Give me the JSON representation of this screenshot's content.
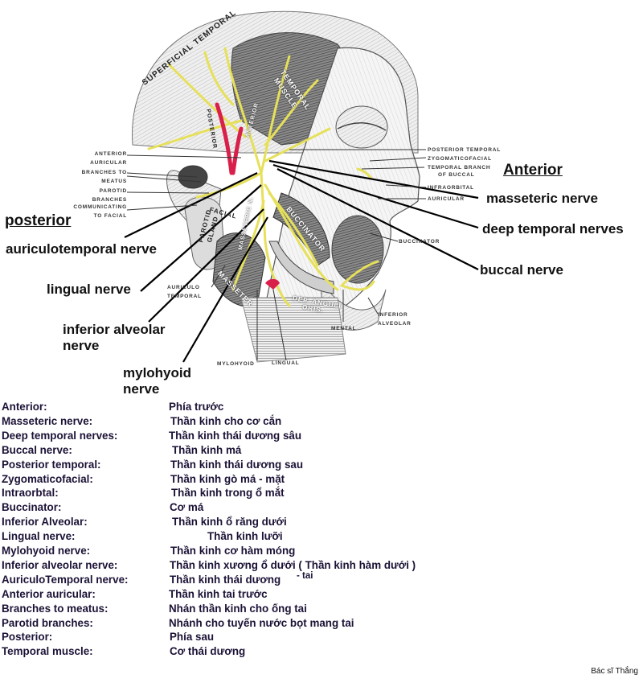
{
  "figure": {
    "headings": {
      "anterior": "Anterior",
      "posterior": "posterior"
    },
    "callouts_right": [
      {
        "id": "masseteric",
        "text": "masseteric nerve"
      },
      {
        "id": "deep-temporal",
        "text": "deep temporal nerves"
      },
      {
        "id": "buccal",
        "text": "buccal nerve"
      }
    ],
    "callouts_left": [
      {
        "id": "auriculotemporal",
        "text": "auriculotemporal nerve"
      },
      {
        "id": "lingual",
        "text": "lingual nerve"
      },
      {
        "id": "inferior-alveolar",
        "lines": [
          "inferior alveolar",
          "nerve"
        ]
      },
      {
        "id": "mylohyoid",
        "lines": [
          "mylohyoid",
          "nerve"
        ]
      }
    ],
    "small_labels_left": [
      {
        "lines": [
          "ANTERIOR",
          "AURICULAR"
        ]
      },
      {
        "lines": [
          "BRANCHES TO",
          "MEATUS"
        ]
      },
      {
        "lines": [
          "PAROTID",
          "BRANCHES"
        ]
      },
      {
        "lines": [
          "COMMUNICATING",
          "TO FACIAL"
        ]
      }
    ],
    "small_labels_right": [
      "POSTERIOR TEMPORAL",
      "ZYGOMATICOFACIAL",
      "TEMPORAL BRANCH",
      "OF BUCCAL",
      "INFRAORBITAL",
      "AURICULAR",
      "BUCCINATOR"
    ],
    "small_labels_bottom": {
      "auriculo_temporal": [
        "AURICULO",
        "TEMPORAL"
      ],
      "mylohyoid": "MYLOHYOID",
      "lingual": "LINGUAL",
      "mental": "MENTAL",
      "inferior_alveolar": [
        "INFERIOR",
        "ALVEOLAR"
      ]
    },
    "in_art_labels": {
      "superficial_temporal": "SUPERFICIAL TEMPORAL",
      "temporal_muscle": [
        "TEMPORAL",
        "MUSCLE"
      ],
      "posterior": "POSTERIOR",
      "anterior": "ANTERIOR",
      "parotid_gland": [
        "PAROTID",
        "GLAND"
      ],
      "facial": "FACIAL",
      "masseteric_n": "MASSETERIC N.",
      "buccinator": "BUCCINATOR",
      "masseter": "MASSETER",
      "dep_anguli_oris": [
        "DEP. ANGULI",
        "ORIS."
      ]
    },
    "colors": {
      "nerve": "#e6e05a",
      "artery": "#d8204a",
      "leader": "#000000"
    }
  },
  "legend": {
    "rows": [
      {
        "term": "Anterior:",
        "vi": "Phía trước"
      },
      {
        "term": "Masseteric nerve:",
        "vi": "Thần kinh cho cơ cắn"
      },
      {
        "term": "Deep temporal nerves:",
        "vi": "Thần kinh thái dương sâu"
      },
      {
        "term": "Buccal nerve:",
        "vi": "Thần kinh má"
      },
      {
        "term": "Posterior temporal:",
        "vi": "Thần kinh thái dương sau"
      },
      {
        "term": "Zygomaticofacial:",
        "vi": "Thần kinh gò má - mặt"
      },
      {
        "term": "Intraorbtal:",
        "vi": "Thần kinh trong ổ mắt"
      },
      {
        "term": "Buccinator:",
        "vi": "Cơ má"
      },
      {
        "term": "Inferior Alveolar:",
        "vi": "Thần kinh ổ răng dưới"
      },
      {
        "term": "Lingual nerve:",
        "vi": "Thần kinh lưỡi"
      },
      {
        "term": "Mylohyoid nerve:",
        "vi": "Thần kinh cơ hàm móng"
      },
      {
        "term": "Inferior alveolar nerve:",
        "vi": "Thần kinh xương ổ dưới ( Thần kinh hàm dưới )"
      },
      {
        "term": "AuriculoTemporal nerve:",
        "vi": "Thần kinh thái dương",
        "vi_suffix": "- tai"
      },
      {
        "term": "Anterior auricular:",
        "vi": "Thần kinh tai trước"
      },
      {
        "term": "Branches to meatus:",
        "vi": "Nhán thần kinh cho ống tai"
      },
      {
        "term": "Parotid branches:",
        "vi": "Nhánh cho tuyến nước bọt mang tai"
      },
      {
        "term": "Posterior:",
        "vi": "Phía sau"
      },
      {
        "term": "Temporal muscle:",
        "vi": "Cơ thái dương"
      }
    ]
  },
  "credit": "Bác sĩ Thắng"
}
